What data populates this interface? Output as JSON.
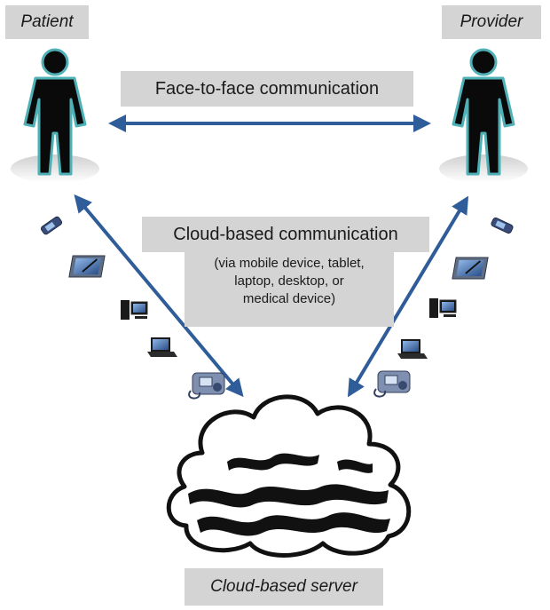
{
  "labels": {
    "patient": "Patient",
    "provider": "Provider",
    "face_to_face": "Face-to-face communication",
    "cloud_comm": "Cloud-based communication",
    "via_lines": [
      "(via mobile device, tablet,",
      "laptop, desktop, or",
      "medical device)"
    ],
    "server": "Cloud-based server"
  },
  "colors": {
    "arrow": "#2f5d99",
    "label_bg": "#d4d4d4",
    "figure": "#0a0a0a",
    "figure_glow": "#4fb0b6"
  },
  "icons": [
    "phone-icon",
    "tablet-icon",
    "desktop-icon",
    "laptop-icon",
    "medical-device-icon",
    "person-icon",
    "cloud-icon"
  ]
}
